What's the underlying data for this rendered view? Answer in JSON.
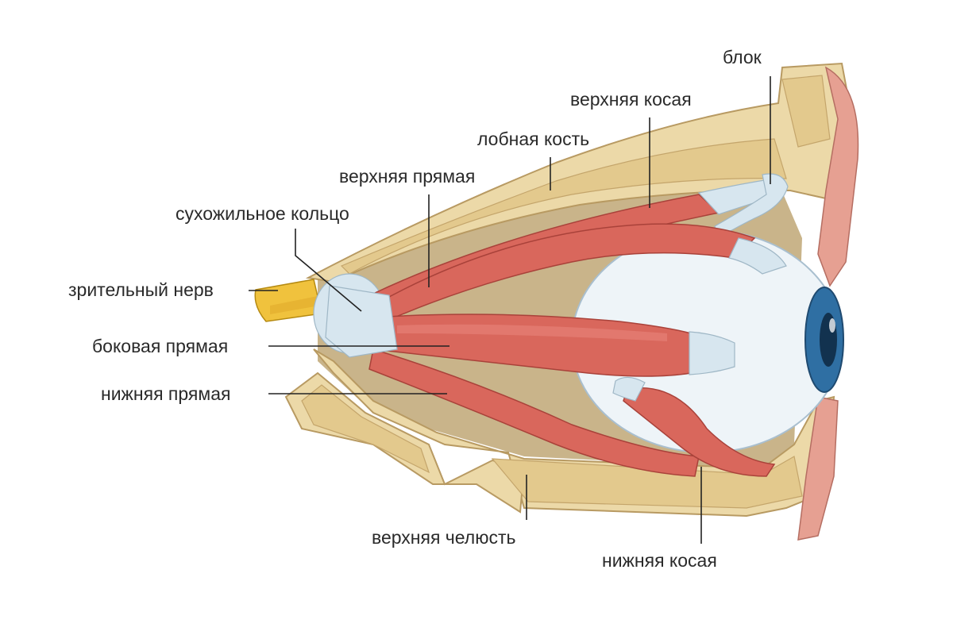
{
  "labels": {
    "frontal_bone": "лобная кость",
    "superior_rectus": "верхняя прямая",
    "superior_oblique": "верхняя косая",
    "trochlea": "блок",
    "annulus": "сухожильное кольцо",
    "optic_nerve": "зрительный нерв",
    "lateral_rectus": "боковая прямая",
    "inferior_rectus": "нижняя прямая",
    "maxilla": "верхняя челюсть",
    "inferior_oblique": "нижняя косая"
  },
  "colors": {
    "bone": "#ecd9a8",
    "muscle": "#d9675c",
    "tendon": "#d7e6ef",
    "nerve": "#f0c23d",
    "iris": "#2f6fa3",
    "sclera": "#eef4f8"
  }
}
